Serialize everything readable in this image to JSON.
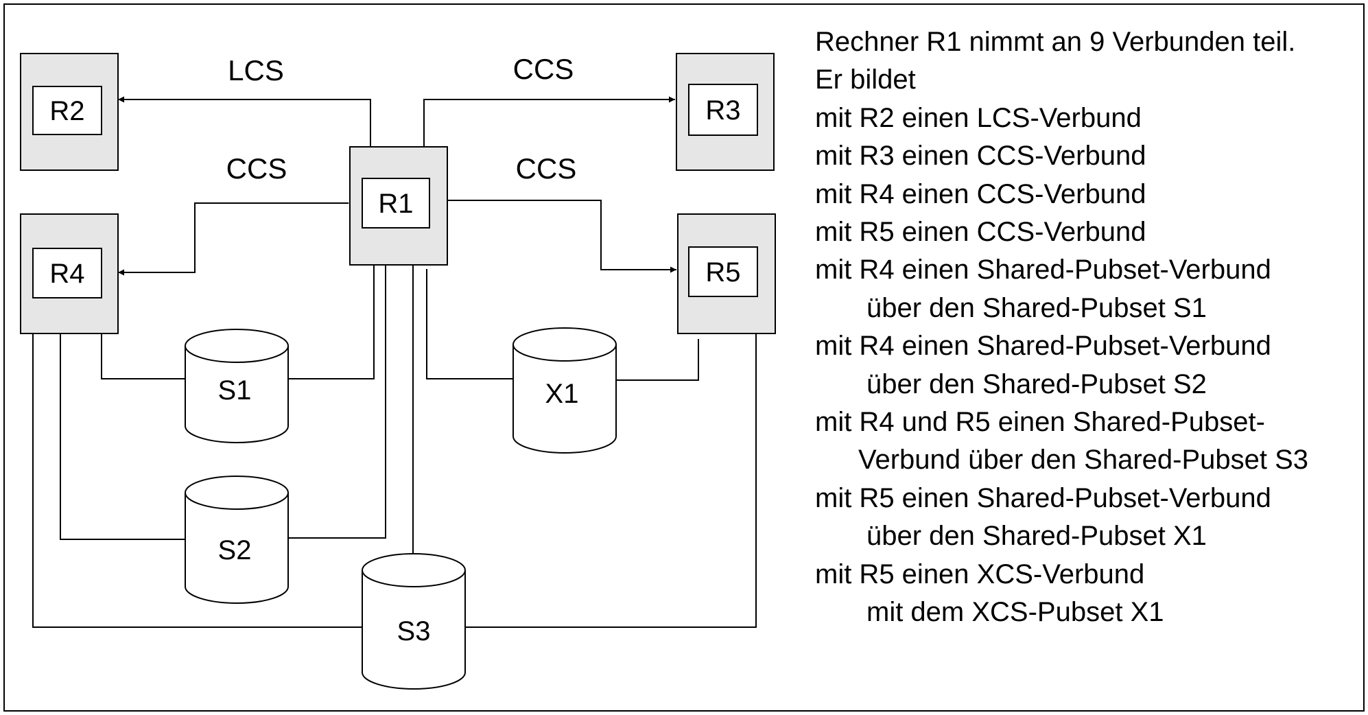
{
  "diagram": {
    "hosts": {
      "r1": "R1",
      "r2": "R2",
      "r3": "R3",
      "r4": "R4",
      "r5": "R5"
    },
    "pubsets": {
      "s1": "S1",
      "s2": "S2",
      "s3": "S3",
      "x1": "X1"
    },
    "connections": {
      "r1_r2": "LCS",
      "r1_r3": "CCS",
      "r1_r4": "CCS",
      "r1_r5": "CCS"
    },
    "colors": {
      "host_fill": "#e6e6e6",
      "line": "#000000"
    }
  },
  "description": {
    "lines": [
      "Rechner R1 nimmt an 9 Verbunden teil.",
      "Er bildet",
      "mit R2 einen LCS-Verbund",
      "mit R3 einen CCS-Verbund",
      "mit R4 einen CCS-Verbund",
      "mit R5 einen CCS-Verbund",
      "mit R4 einen Shared-Pubset-Verbund",
      "über den Shared-Pubset S1",
      "mit R4 einen Shared-Pubset-Verbund",
      "über den Shared-Pubset S2",
      "mit R4 und R5 einen Shared-Pubset-",
      "Verbund über den Shared-Pubset S3",
      "mit R5 einen Shared-Pubset-Verbund",
      "über den Shared-Pubset X1",
      "mit R5 einen XCS-Verbund",
      "mit dem XCS-Pubset X1"
    ]
  }
}
